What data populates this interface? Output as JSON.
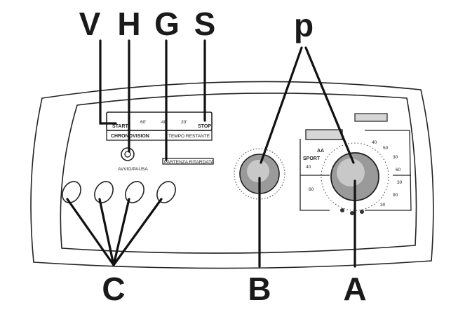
{
  "callouts": {
    "V": "V",
    "H": "H",
    "G": "G",
    "S": "S",
    "p": "p",
    "C": "C",
    "B": "B",
    "A": "A"
  },
  "timer_strip": {
    "start": "START",
    "mark_60": "60'",
    "mark_40": "40'",
    "mark_20": "20'",
    "stop": "STOP",
    "brand": "CHRONOVISION",
    "sub": "TEMPO RESTANTE"
  },
  "panel_labels": {
    "avvio_pausa": "AVVIO/PAUSA",
    "small_label": "PARTENZA RITARDATA"
  },
  "program_dial": {
    "aa": "AA",
    "sport": "SPORT",
    "numbers": [
      "40",
      "50",
      "30",
      "60",
      "30",
      "90",
      "30",
      "60",
      "40"
    ]
  }
}
